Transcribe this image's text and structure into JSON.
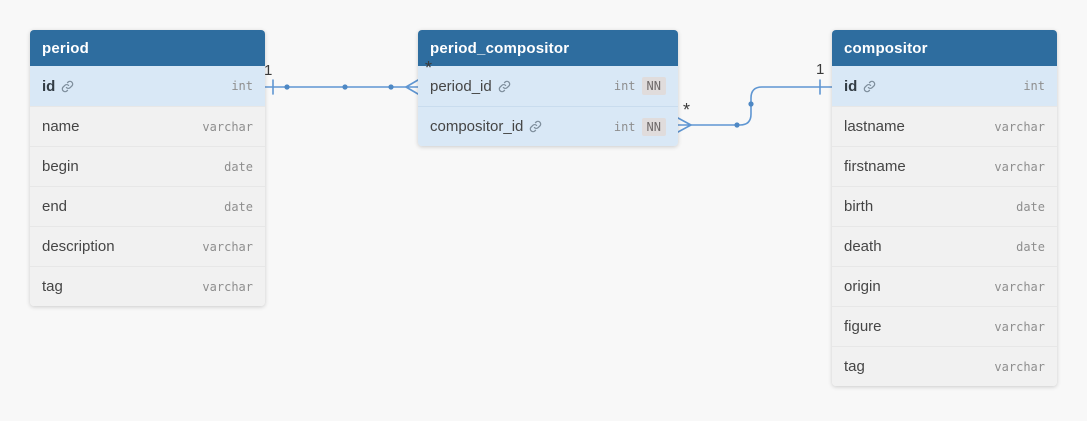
{
  "colors": {
    "header_bg": "#2e6d9f",
    "pk_row_bg": "#d9e8f6",
    "row_bg": "#f1f1f1",
    "relation_line": "#5f96d2",
    "canvas_bg": "#f8f8f8"
  },
  "tables": [
    {
      "name": "period",
      "fields": [
        {
          "name": "id",
          "type": "int",
          "key": true
        },
        {
          "name": "name",
          "type": "varchar"
        },
        {
          "name": "begin",
          "type": "date"
        },
        {
          "name": "end",
          "type": "date"
        },
        {
          "name": "description",
          "type": "varchar"
        },
        {
          "name": "tag",
          "type": "varchar"
        }
      ]
    },
    {
      "name": "period_compositor",
      "fields": [
        {
          "name": "period_id",
          "type": "int",
          "nn": "NN",
          "fk": true
        },
        {
          "name": "compositor_id",
          "type": "int",
          "nn": "NN",
          "fk": true
        }
      ]
    },
    {
      "name": "compositor",
      "fields": [
        {
          "name": "id",
          "type": "int",
          "key": true
        },
        {
          "name": "lastname",
          "type": "varchar"
        },
        {
          "name": "firstname",
          "type": "varchar"
        },
        {
          "name": "birth",
          "type": "date"
        },
        {
          "name": "death",
          "type": "date"
        },
        {
          "name": "origin",
          "type": "varchar"
        },
        {
          "name": "figure",
          "type": "varchar"
        },
        {
          "name": "tag",
          "type": "varchar"
        }
      ]
    }
  ],
  "relationships": [
    {
      "from": "period.id",
      "to": "period_compositor.period_id",
      "from_cardinality": "1",
      "to_cardinality": "*"
    },
    {
      "from": "compositor.id",
      "to": "period_compositor.compositor_id",
      "from_cardinality": "1",
      "to_cardinality": "*"
    }
  ]
}
